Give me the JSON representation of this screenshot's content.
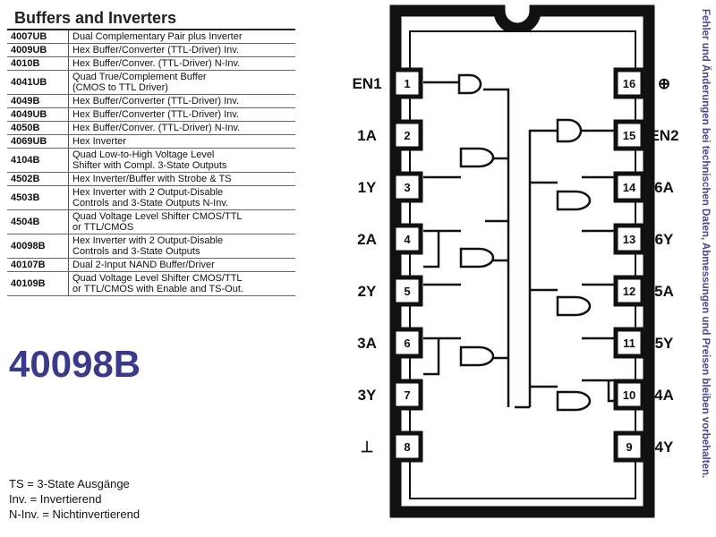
{
  "heading": "Buffers and Inverters",
  "parts": [
    {
      "code": "4007UB",
      "desc": [
        "Dual Complementary Pair plus Inverter"
      ]
    },
    {
      "code": "4009UB",
      "desc": [
        "Hex Buffer/Converter (TTL-Driver) Inv."
      ]
    },
    {
      "code": "4010B",
      "desc": [
        "Hex Buffer/Conver. (TTL-Driver) N-Inv."
      ]
    },
    {
      "code": "4041UB",
      "desc": [
        "Quad True/Complement Buffer",
        "(CMOS to TTL Driver)"
      ]
    },
    {
      "code": "4049B",
      "desc": [
        "Hex Buffer/Converter (TTL-Driver) Inv."
      ]
    },
    {
      "code": "4049UB",
      "desc": [
        "Hex Buffer/Converter (TTL-Driver) Inv."
      ]
    },
    {
      "code": "4050B",
      "desc": [
        "Hex Buffer/Conver. (TTL-Driver) N-Inv."
      ]
    },
    {
      "code": "4069UB",
      "desc": [
        "Hex Inverter"
      ]
    },
    {
      "code": "4104B",
      "desc": [
        "Quad Low-to-High Voltage Level",
        "Shifter with Compl. 3-State Outputs"
      ]
    },
    {
      "code": "4502B",
      "desc": [
        "Hex Inverter/Buffer with Strobe & TS"
      ]
    },
    {
      "code": "4503B",
      "desc": [
        "Hex Inverter with 2 Output-Disable",
        "Controls and 3-State Outputs N-Inv."
      ]
    },
    {
      "code": "4504B",
      "desc": [
        "Quad Voltage Level Shifter CMOS/TTL",
        "or TTL/CMOS"
      ]
    },
    {
      "code": "40098B",
      "desc": [
        "Hex Inverter with 2 Output-Disable",
        "Controls and 3-State Outputs"
      ]
    },
    {
      "code": "40107B",
      "desc": [
        "Dual 2-Input NAND Buffer/Driver"
      ]
    },
    {
      "code": "40109B",
      "desc": [
        "Quad Voltage Level Shifter CMOS/TTL",
        "or TTL/CMOS with Enable and TS-Out."
      ]
    }
  ],
  "part_number": "40098B",
  "legend": [
    "TS = 3-State Ausgänge",
    "Inv. = Invertierend",
    "N-Inv. =  Nichtinvertierend"
  ],
  "sidebar_note": "Fehler und Änderungen bei technischen Daten, Abmessungen und Preisen bleiben vorbehalten.",
  "chip": {
    "left_pins": [
      {
        "num": "1",
        "label": "EN1"
      },
      {
        "num": "2",
        "label": "1A"
      },
      {
        "num": "3",
        "label": "1Y"
      },
      {
        "num": "4",
        "label": "2A"
      },
      {
        "num": "5",
        "label": "2Y"
      },
      {
        "num": "6",
        "label": "3A"
      },
      {
        "num": "7",
        "label": "3Y"
      },
      {
        "num": "8",
        "label": "⊥"
      }
    ],
    "right_pins": [
      {
        "num": "16",
        "label": "⊕"
      },
      {
        "num": "15",
        "label": "EN2"
      },
      {
        "num": "14",
        "label": "6A"
      },
      {
        "num": "13",
        "label": "6Y"
      },
      {
        "num": "12",
        "label": "5A"
      },
      {
        "num": "11",
        "label": "5Y"
      },
      {
        "num": "10",
        "label": "4A"
      },
      {
        "num": "9",
        "label": "4Y"
      }
    ]
  }
}
